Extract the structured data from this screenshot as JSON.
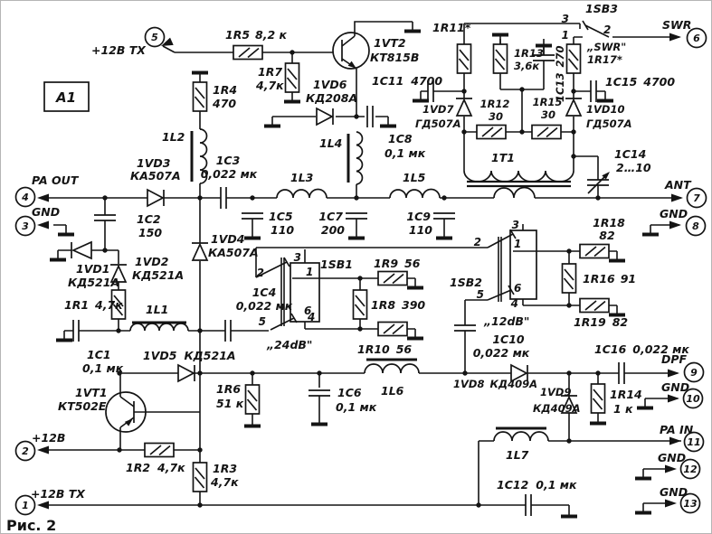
{
  "figure": {
    "caption": "Рис. 2",
    "module": "А1"
  },
  "terminals": {
    "t1": {
      "num": "1",
      "label": "+12В TX"
    },
    "t2": {
      "num": "2",
      "label": "+12В"
    },
    "t3": {
      "num": "3",
      "label": "GND"
    },
    "t4": {
      "num": "4",
      "label": "PA OUT"
    },
    "t5": {
      "num": "5",
      "label": "+12В TX"
    },
    "t6": {
      "num": "6",
      "label": "SWR"
    },
    "t7": {
      "num": "7",
      "label": "ANT"
    },
    "t8": {
      "num": "8",
      "label": "GND"
    },
    "t9": {
      "num": "9",
      "label": "DPF"
    },
    "t10": {
      "num": "10",
      "label": "GND"
    },
    "t11": {
      "num": "11",
      "label": "PA IN"
    },
    "t12": {
      "num": "12",
      "label": "GND"
    },
    "t13": {
      "num": "13",
      "label": "GND"
    }
  },
  "parts": {
    "r1": {
      "ref": "1R1",
      "value": "4,7к"
    },
    "r2": {
      "ref": "1R2",
      "value": "4,7к"
    },
    "r3": {
      "ref": "1R3",
      "value": "4,7к"
    },
    "r4": {
      "ref": "1R4",
      "value": "470"
    },
    "r5": {
      "ref": "1R5",
      "value": "8,2 к"
    },
    "r6": {
      "ref": "1R6",
      "value": "51 к"
    },
    "r7": {
      "ref": "1R7",
      "value": "4,7к"
    },
    "r8": {
      "ref": "1R8",
      "value": "390"
    },
    "r9": {
      "ref": "1R9",
      "value": "56"
    },
    "r10": {
      "ref": "1R10",
      "value": "56"
    },
    "r11": {
      "ref": "1R11*",
      "value": ""
    },
    "r12": {
      "ref": "1R12",
      "value": "30"
    },
    "r13": {
      "ref": "1R13",
      "value": "3,6к"
    },
    "r14": {
      "ref": "1R14",
      "value": "1 к"
    },
    "r15": {
      "ref": "1R15",
      "value": "30"
    },
    "r16": {
      "ref": "1R16",
      "value": "91"
    },
    "r17": {
      "ref": "1R17*",
      "value": "„SWR\""
    },
    "r18": {
      "ref": "1R18",
      "value": "82"
    },
    "r19": {
      "ref": "1R19",
      "value": "82"
    },
    "c1": {
      "ref": "1С1",
      "value": "0,1 мк"
    },
    "c2": {
      "ref": "1С2",
      "value": "150"
    },
    "c3": {
      "ref": "1С3",
      "value": "0,022 мк"
    },
    "c4": {
      "ref": "1С4",
      "value": "0,022 мк"
    },
    "c5": {
      "ref": "1С5",
      "value": "110"
    },
    "c6": {
      "ref": "1С6",
      "value": "0,1 мк"
    },
    "c7": {
      "ref": "1С7",
      "value": "200"
    },
    "c8": {
      "ref": "1С8",
      "value": "0,1 мк"
    },
    "c9": {
      "ref": "1С9",
      "value": "110"
    },
    "c10": {
      "ref": "1С10",
      "value": "0,022 мк"
    },
    "c11": {
      "ref": "1С11",
      "value": "4700"
    },
    "c12": {
      "ref": "1С12",
      "value": "0,1 мк"
    },
    "c13": {
      "ref": "1С13",
      "value": "270"
    },
    "c14": {
      "ref": "1С14",
      "value": "2…10"
    },
    "c15": {
      "ref": "1С15",
      "value": "4700"
    },
    "c16": {
      "ref": "1С16",
      "value": "0,022 мк"
    },
    "l1": {
      "ref": "1L1"
    },
    "l2": {
      "ref": "1L2"
    },
    "l3": {
      "ref": "1L3"
    },
    "l4": {
      "ref": "1L4"
    },
    "l5": {
      "ref": "1L5"
    },
    "l6": {
      "ref": "1L6"
    },
    "l7": {
      "ref": "1L7"
    },
    "tr1": {
      "ref": "1Т1"
    },
    "vd1": {
      "ref": "1VD1",
      "value": "КД521А"
    },
    "vd2": {
      "ref": "1VD2",
      "value": "КД521А"
    },
    "vd3": {
      "ref": "1VD3",
      "value": "КА507А"
    },
    "vd4": {
      "ref": "1VD4",
      "value": "КА507А"
    },
    "vd5": {
      "ref": "1VD5",
      "value": "КД521А"
    },
    "vd6": {
      "ref": "1VD6",
      "value": "КД208А"
    },
    "vd7": {
      "ref": "1VD7",
      "value": "ГД507А"
    },
    "vd8": {
      "ref": "1VD8",
      "value": "КД409А"
    },
    "vd9": {
      "ref": "1VD9",
      "value": "КД409А"
    },
    "vd10": {
      "ref": "1VD10",
      "value": "ГД507А"
    },
    "vt1": {
      "ref": "1VT1",
      "value": "КТ502Е"
    },
    "vt2": {
      "ref": "1VT2",
      "value": "КТ815В"
    },
    "sb1": {
      "ref": "1SB1",
      "setting": "„24dB\"",
      "contacts": [
        "2",
        "3",
        "1",
        "5",
        "6",
        "4"
      ]
    },
    "sb2": {
      "ref": "1SB2",
      "setting": "„12dB\"",
      "contacts": [
        "2",
        "3",
        "1",
        "5",
        "6",
        "4"
      ]
    },
    "sb3": {
      "ref": "1SB3",
      "contacts": [
        "3",
        "1",
        "2"
      ]
    }
  }
}
